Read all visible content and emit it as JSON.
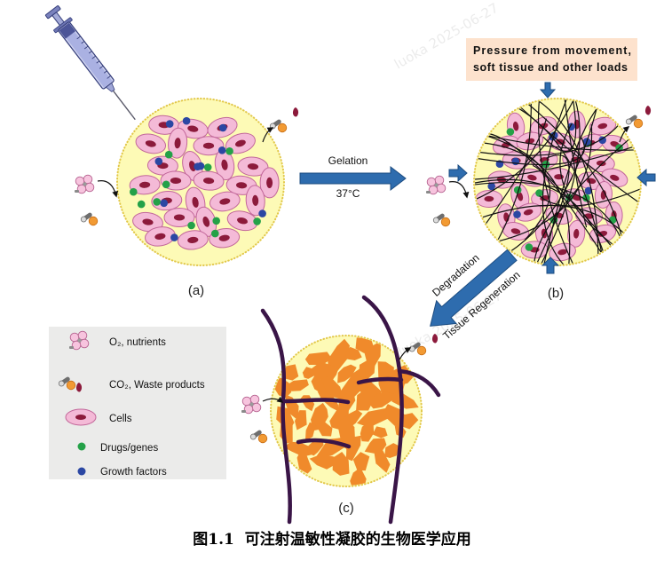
{
  "caption": "图1.1  可注射温敏性凝胶的生物医学应用",
  "panels": {
    "a": "(a)",
    "b": "(b)",
    "c": "(c)"
  },
  "gelation": {
    "label": "Gelation",
    "temperature": "37°C"
  },
  "load_box": {
    "line1": "Pressure from movement,",
    "line2": "soft tissue and other loads"
  },
  "transition": {
    "upper_label": "Degradation",
    "lower_label": "Tissue Regeneration"
  },
  "legend": {
    "items": [
      {
        "label": "O₂, nutrients",
        "icon": "nutrient-icon"
      },
      {
        "label": "CO₂, Waste products",
        "icon": "waste-icon"
      },
      {
        "label": "Cells",
        "icon": "cell-icon"
      },
      {
        "label": "Drugs/genes",
        "icon": "green-dot-icon"
      },
      {
        "label": "Growth factors",
        "icon": "blue-dot-icon"
      }
    ]
  },
  "watermark": "luoka 2025-06-27",
  "colors": {
    "gel": "#fdfab6",
    "gel_border": "#e2c84a",
    "cell": "#f4bad7",
    "cell_border": "#c2679a",
    "nucleus": "#8c1a3b",
    "drug": "#24a148",
    "growth_factor": "#2b47a3",
    "fiber": "#111111",
    "scaffold": "#f08a2b",
    "tissue": "#3a1547",
    "arrow": "#2e6cae",
    "arrow_dark": "#1c4c80",
    "load_box": "#fde2cd",
    "legend_bg": "#ebebea"
  }
}
